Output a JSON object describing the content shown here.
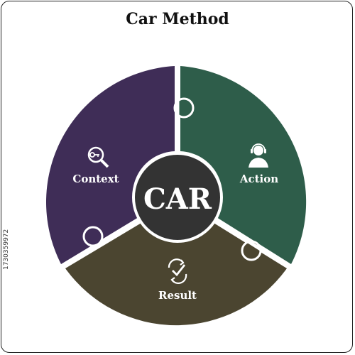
{
  "title": "Car Method",
  "center": {
    "label": "CAR"
  },
  "segments": [
    {
      "key": "context",
      "label": "Context",
      "icon": "key-magnifier-icon",
      "color": "#3f2d57"
    },
    {
      "key": "action",
      "label": "Action",
      "icon": "support-agent-icon",
      "color": "#2e5d4a"
    },
    {
      "key": "result",
      "label": "Result",
      "icon": "check-cycle-icon",
      "color": "#4b4530"
    }
  ],
  "center_color": "#333333",
  "stock_id": "1730359972"
}
